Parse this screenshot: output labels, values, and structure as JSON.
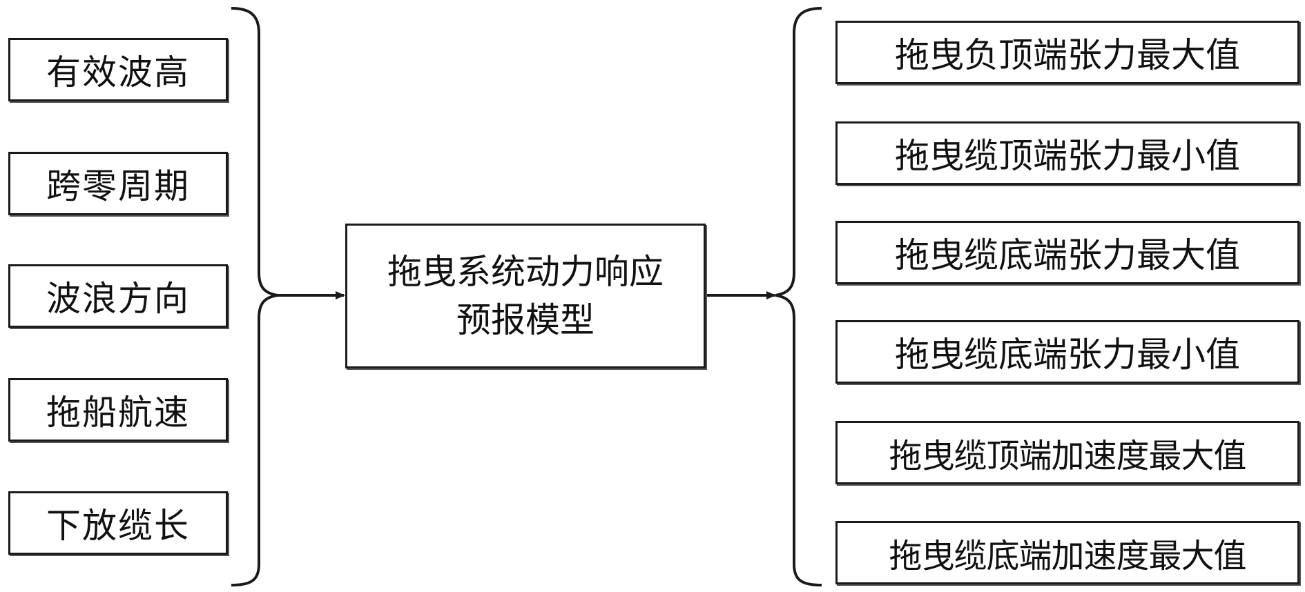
{
  "inputs": [
    "有效波高",
    "跨零周期",
    "波浪方向",
    "拖船航速",
    "下放缆长"
  ],
  "model": {
    "line1": "拖曳系统动力响应",
    "line2": "预报模型"
  },
  "outputs": [
    "拖曳负顶端张力最大值",
    "拖曳缆顶端张力最小值",
    "拖曳缆底端张力最大值",
    "拖曳缆底端张力最小值",
    "拖曳缆顶端加速度最大值",
    "拖曳缆底端加速度最大值"
  ],
  "colors": {
    "stroke": "#1a1a1a",
    "text": "#111111",
    "background": "#ffffff"
  }
}
